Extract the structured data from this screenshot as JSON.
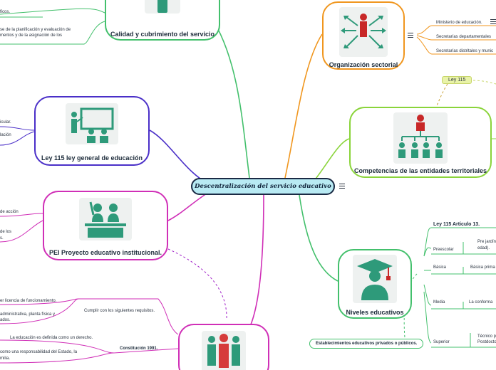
{
  "central": {
    "title": "Descentralización del servicio educativo"
  },
  "nodes": {
    "calidad": {
      "label": "Calidad y cubrimiento del servicio",
      "icon": "person-icon"
    },
    "ley115": {
      "label": "Ley 115  ley general de educación",
      "icon": "classroom-icon"
    },
    "pei": {
      "label": "PEI Proyecto educativo institucional.",
      "icon": "students-icon"
    },
    "constitucion": {
      "label": "",
      "icon": "group-icon"
    },
    "organizacion": {
      "label": "Organización sectorial",
      "icon": "org-arrows-icon"
    },
    "competencias": {
      "label": "Competencias de las entidades territoriales",
      "icon": "hierarchy-icon"
    },
    "niveles": {
      "label": "Niveles educativos",
      "icon": "graduate-icon"
    }
  },
  "texts": {
    "calidad_t1": "ficos.",
    "calidad_t2": "se  de la planificación y evaluación de",
    "calidad_t3": "mentos y de la asignación de los",
    "ley115_t1": "icular.",
    "ley115_t2": "lación",
    "pei_t1": "de acción",
    "pei_t2": "de los",
    "pei_t3": "s.",
    "con_t1": "er licencia de funcionamiento.",
    "con_t2": "administrativa, planta física y",
    "con_t3": "ados.",
    "con_req": "Cumplir con los siguientes requisitos.",
    "con_t4": "La educación es definida como un derecho.",
    "con_1991": "Constitución 1991.",
    "con_t5": "como una responsabilidad del Estado, la",
    "con_t6": "milia.",
    "org_t1": "Ministerio de educación.",
    "org_t2": "Secretarías departamentales",
    "org_t3": "Secretarías distritales y munic",
    "ley115_tag": "Ley 115",
    "niv_head": "Ley 115 Articulo 13.",
    "niv_pre": "Preescolar",
    "niv_pre_d1": "Pre jardín",
    "niv_pre_d2": "edad).",
    "niv_basica": "Básica",
    "niv_basica_d": "Básica prima",
    "niv_media": "Media",
    "niv_media_d": "La conforma",
    "niv_sup": "Superior",
    "niv_sup_d1": "Técnico p",
    "niv_sup_d2": "Postdocto",
    "niv_pill": "Establecimientos educativos privados o públicos."
  }
}
